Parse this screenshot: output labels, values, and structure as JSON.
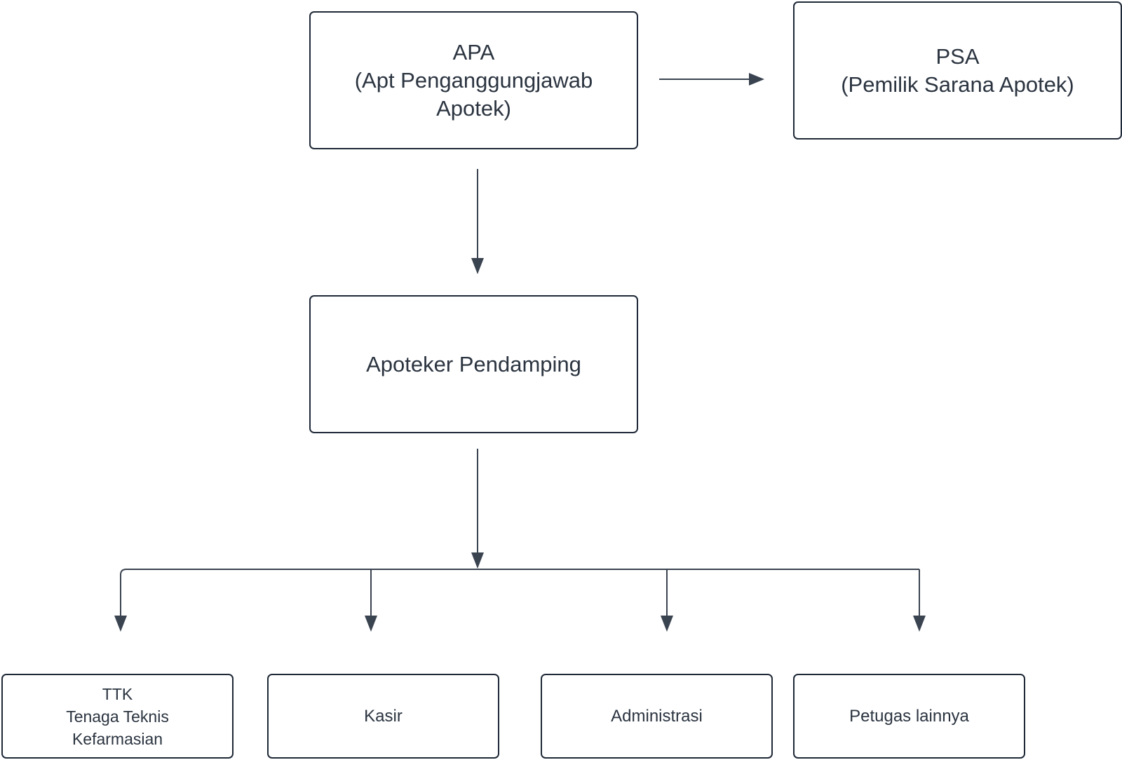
{
  "diagram": {
    "nodes": [
      {
        "id": "apa",
        "lines": [
          "APA",
          "(Apt Penganggungjawab",
          "Apotek)"
        ]
      },
      {
        "id": "psa",
        "lines": [
          "PSA",
          "(Pemilik Sarana Apotek)"
        ]
      },
      {
        "id": "pendamping",
        "lines": [
          "Apoteker Pendamping"
        ]
      },
      {
        "id": "ttk",
        "lines": [
          "TTK",
          "Tenaga Teknis",
          "Kefarmasian"
        ]
      },
      {
        "id": "kasir",
        "lines": [
          "Kasir"
        ]
      },
      {
        "id": "admin",
        "lines": [
          "Administrasi"
        ]
      },
      {
        "id": "petugas",
        "lines": [
          "Petugas lainnya"
        ]
      }
    ],
    "edges": [
      {
        "from": "apa",
        "to": "psa"
      },
      {
        "from": "apa",
        "to": "pendamping"
      },
      {
        "from": "pendamping",
        "to": "ttk"
      },
      {
        "from": "pendamping",
        "to": "kasir"
      },
      {
        "from": "pendamping",
        "to": "admin"
      },
      {
        "from": "pendamping",
        "to": "petugas"
      }
    ],
    "colors": {
      "border": "#1f2937",
      "text": "#2b3440",
      "connector": "#3a4350"
    }
  }
}
